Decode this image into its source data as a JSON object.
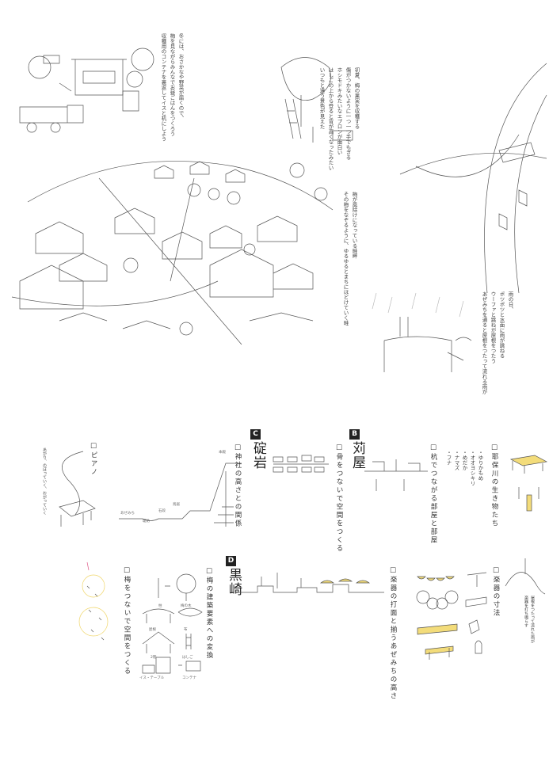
{
  "stories": [
    {
      "text": "冬には、おさかなや野菜が届くので、\n梅を見ながらみんなでお昼ごはんをつくろう\n収穫用のコンテナを裏返してイスと机にしよう"
    },
    {
      "text": "初夏、梅の果実を収穫する\n傷がつかないように一つ一つ手でもぎる\nホシモドキみたいなエプロンが面白い\nはしごの上から登ると背が高くなったみたい\nいつもと違う景色が見えた"
    },
    {
      "text": "梅が風除けになっている畦畔\nその梅をなぞるように、ゆるゆるとまちにほどけていく畦"
    },
    {
      "text": "雨の日、\nポツポツと水面に雨が跳ねる\nウーファと跳ねが屋根をつたう\nあぜみちを通ると屋根をつたって流れる雨が"
    }
  ],
  "sections": {
    "piano": {
      "title": "□ピアノ",
      "caption": "あがり、のぼっていく、おがっていく",
      "labels": [
        "あぜみち",
        "堤防",
        "石段",
        "鳥居",
        "本殿"
      ]
    },
    "c": {
      "badge": "C",
      "name": "碇岩",
      "subtitle": "□神社の高さとの関係"
    },
    "b": {
      "badge": "B",
      "name": "苅屋",
      "subtitle": "□骨をつないで空間をつくる",
      "subtitle2": "□杭でつながる部屋と部屋"
    },
    "creatures": {
      "title": "□耶保川の生き物たち",
      "items": [
        "・ゆりかもめ",
        "・オオヨシキリ",
        "・めだか",
        "・ナマズ",
        "・フナ"
      ]
    },
    "d": {
      "badge": "D",
      "name": "黒崎",
      "subtitle": "□梅の建築要素への変換",
      "subtitle2": "□梅をつないで空間をつくる",
      "conversions": [
        {
          "from": "梅の木",
          "to": "柱"
        },
        {
          "from": "布",
          "to": "屋根"
        },
        {
          "from": "はしご",
          "to": "2階"
        },
        {
          "from": "コンテナ",
          "to": "イス・テーブル"
        }
      ]
    },
    "instruments": {
      "title": "□楽器の寸法",
      "subtitle": "□楽器の打面と揃うあぜみちの高さ",
      "caption": "屋根をつたって流れた雨が\n楽器を打ち鳴らす"
    }
  },
  "colors": {
    "accent": "#f3dc7a",
    "ink": "#555555"
  }
}
